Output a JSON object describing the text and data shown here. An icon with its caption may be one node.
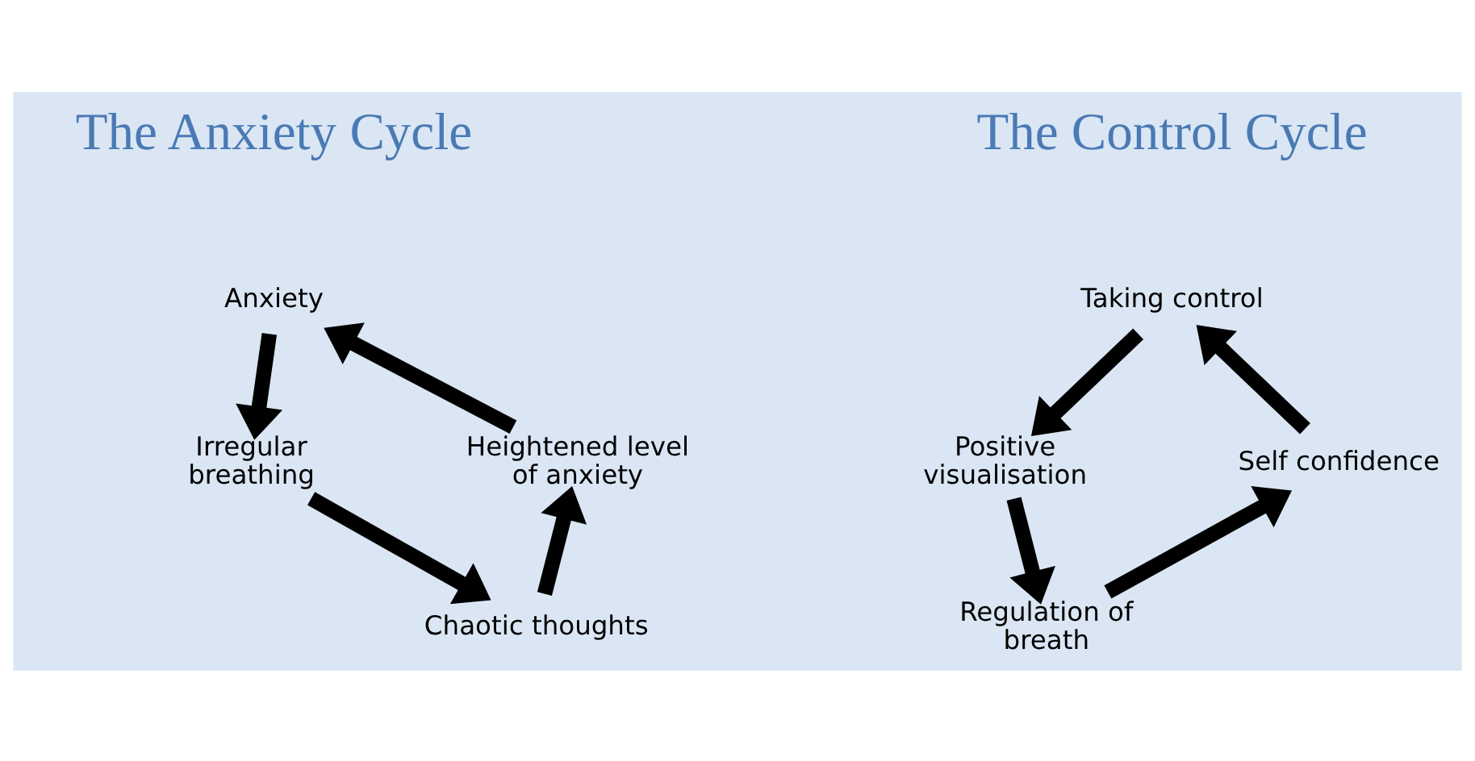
{
  "diagram": {
    "nodes": [
      {
        "text": [
          "Anxiety"
        ]
      },
      {
        "text": [
          "Irregular breathing"
        ]
      },
      {
        "text": [
          "Chaotic thoughts"
        ]
      },
      {
        "text": [
          "Heightened level of anxiety"
        ]
      },
      {
        "text": [
          "Taking control"
        ]
      },
      {
        "text": [
          "Positive visualisation"
        ]
      },
      {
        "text": [
          "Regulation of breath"
        ]
      },
      {
        "text": [
          "Self confidence"
        ]
      }
    ],
    "edges": [
      {
        "from": 0,
        "to": 1,
        "arrow": "to"
      },
      {
        "from": 1,
        "to": 2,
        "arrow": "to"
      },
      {
        "from": 2,
        "to": 3,
        "arrow": "to"
      },
      {
        "from": 3,
        "to": 0,
        "arrow": "to"
      },
      {
        "from": 4,
        "to": 5,
        "arrow": "to"
      },
      {
        "from": 5,
        "to": 6,
        "arrow": "to"
      },
      {
        "from": 6,
        "to": 7,
        "arrow": "to"
      },
      {
        "from": 7,
        "to": 4,
        "arrow": "to"
      }
    ],
    "labels": [
      "The Anxiety Cycle",
      "The Control Cycle"
    ]
  }
}
